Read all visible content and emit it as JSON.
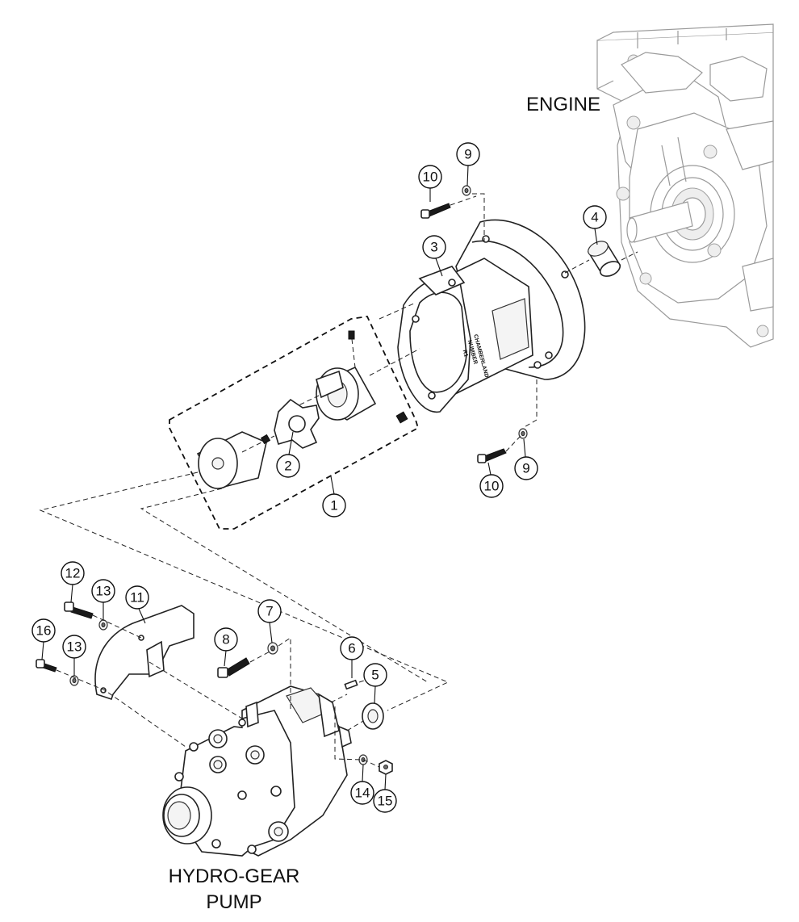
{
  "labels": {
    "engine": "ENGINE",
    "pump_line1": "HYDRO-GEAR",
    "pump_line2": "PUMP"
  },
  "callouts": [
    {
      "id": "c10a",
      "number": "10"
    },
    {
      "id": "c9a",
      "number": "9"
    },
    {
      "id": "c4",
      "number": "4"
    },
    {
      "id": "c3",
      "number": "3"
    },
    {
      "id": "c2",
      "number": "2"
    },
    {
      "id": "c1",
      "number": "1"
    },
    {
      "id": "c10b",
      "number": "10"
    },
    {
      "id": "c9b",
      "number": "9"
    },
    {
      "id": "c12",
      "number": "12"
    },
    {
      "id": "c13a",
      "number": "13"
    },
    {
      "id": "c11",
      "number": "11"
    },
    {
      "id": "c7",
      "number": "7"
    },
    {
      "id": "c8",
      "number": "8"
    },
    {
      "id": "c16",
      "number": "16"
    },
    {
      "id": "c13b",
      "number": "13"
    },
    {
      "id": "c6",
      "number": "6"
    },
    {
      "id": "c5",
      "number": "5"
    },
    {
      "id": "c14",
      "number": "14"
    },
    {
      "id": "c15",
      "number": "15"
    }
  ],
  "colors": {
    "ink": "#111111",
    "ghost": "#9a9a9a"
  }
}
